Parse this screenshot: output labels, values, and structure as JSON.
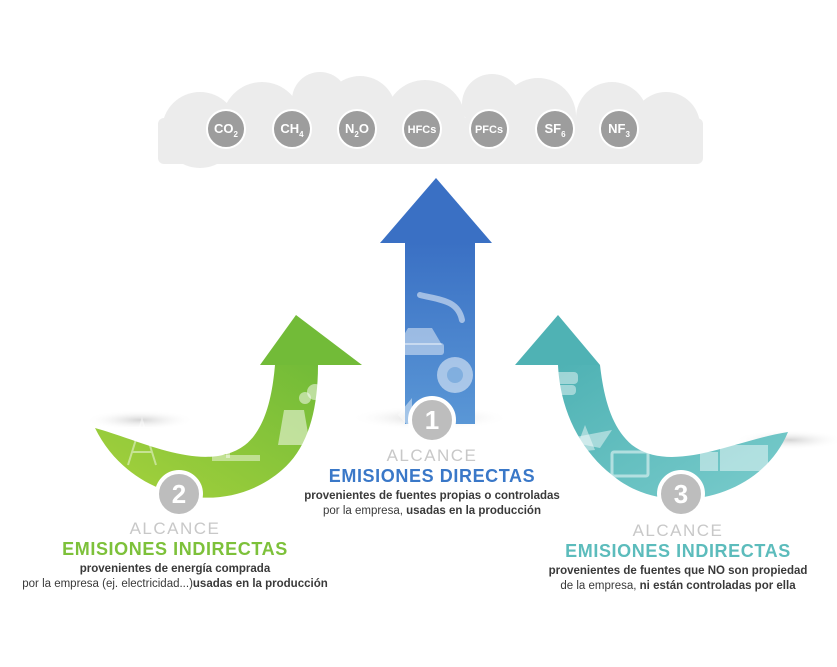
{
  "gases": [
    {
      "base": "CO",
      "sub": "2",
      "name": "co2-bubble"
    },
    {
      "base": "CH",
      "sub": "4",
      "name": "ch4-bubble"
    },
    {
      "base": "N",
      "sub": "2",
      "tail": "O",
      "name": "n2o-bubble"
    },
    {
      "base": "HFCs",
      "sub": "",
      "name": "hfcs-bubble"
    },
    {
      "base": "PFCs",
      "sub": "",
      "name": "pfcs-bubble"
    },
    {
      "base": "SF",
      "sub": "6",
      "name": "sf6-bubble"
    },
    {
      "base": "NF",
      "sub": "3",
      "name": "nf3-bubble"
    }
  ],
  "scopes": {
    "s1": {
      "number": "1",
      "alcance": "ALCANCE",
      "title": "EMISIONES DIRECTAS",
      "line1": "provenientes de fuentes propias o controladas",
      "line2_normal": "por la empresa, ",
      "line2_bold": "usadas en la producción",
      "color": "#3a78c8"
    },
    "s2": {
      "number": "2",
      "alcance": "ALCANCE",
      "title": "EMISIONES INDIRECTAS",
      "line1": "provenientes de energía comprada",
      "line2_normal": "por la empresa (ej. electricidad...)",
      "line2_bold": "usadas en la producción",
      "color": "#7dc13a"
    },
    "s3": {
      "number": "3",
      "alcance": "ALCANCE",
      "title": "EMISIONES INDIRECTAS",
      "line1": "provenientes de fuentes que NO son propiedad",
      "line2_normal": "de la empresa, ",
      "line2_bold": "ni están controladas por ella",
      "color": "#5cbcbc"
    }
  },
  "colors": {
    "cloud": "#ececec",
    "bubble": "#9d9d9d",
    "circle": "#bdbdbd",
    "blue": "#3a78c8",
    "green": "#7dc13a",
    "teal": "#5cbcbc"
  },
  "icons": [
    "fuel-pump-icon",
    "car-icon",
    "factory-gear-icon",
    "boiler-icon",
    "power-tower-icon",
    "oil-pump-icon",
    "nuclear-plant-icon",
    "cars-icon",
    "airplane-icon",
    "computer-icon",
    "truck-icon"
  ]
}
